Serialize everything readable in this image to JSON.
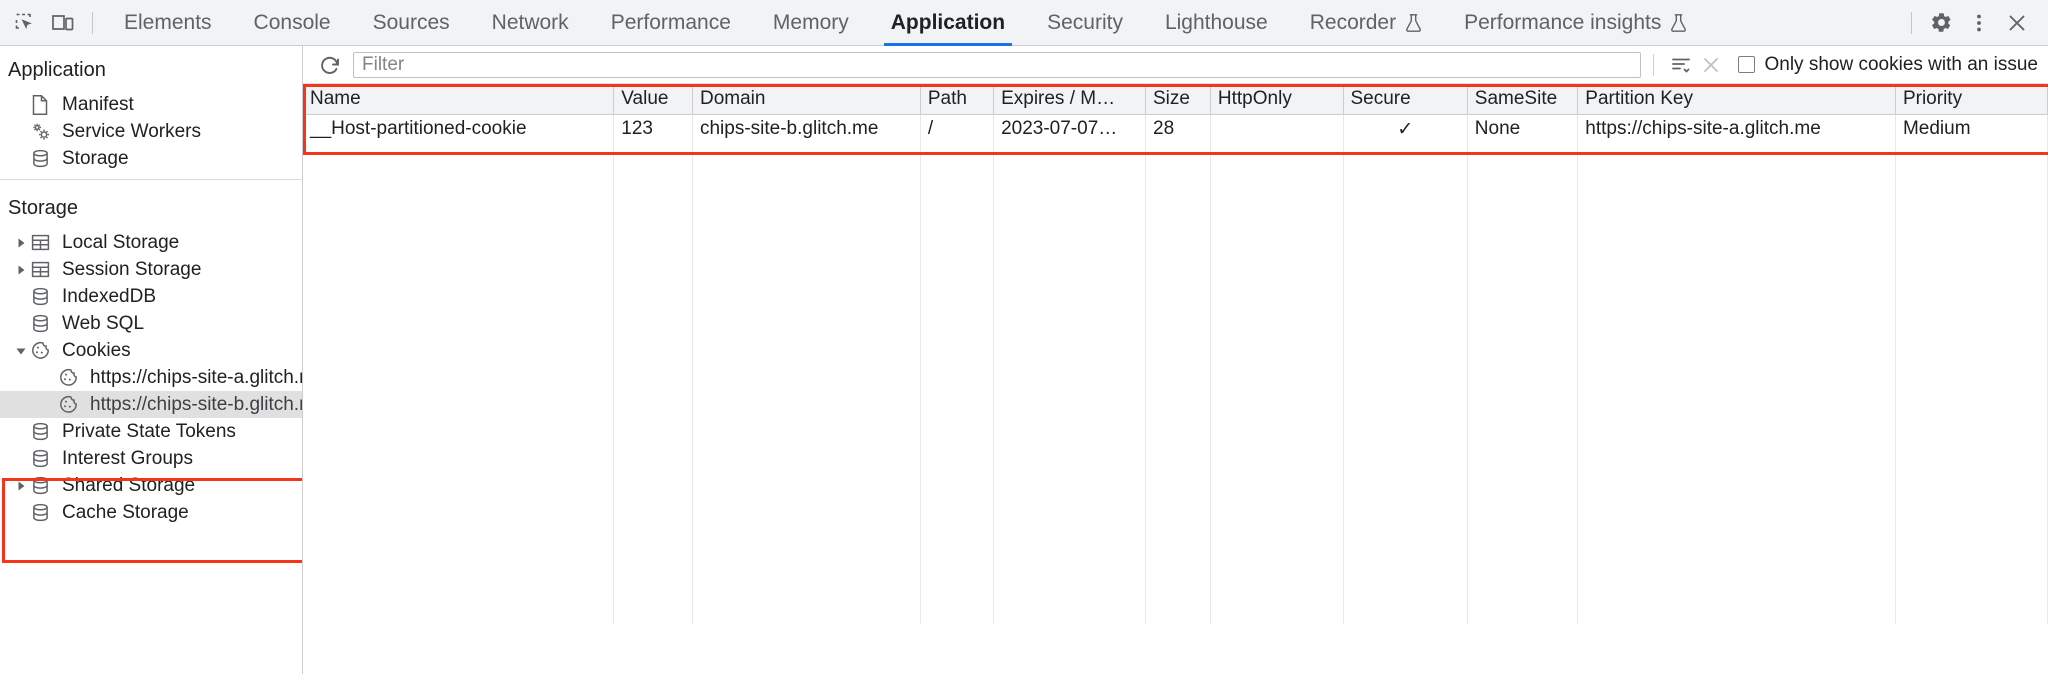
{
  "toolbar": {
    "inspect_icon": "inspect-cursor-icon",
    "device_toggle_icon": "device-toolbar-icon",
    "tabs": [
      {
        "label": "Elements",
        "experimental": false,
        "active": false
      },
      {
        "label": "Console",
        "experimental": false,
        "active": false
      },
      {
        "label": "Sources",
        "experimental": false,
        "active": false
      },
      {
        "label": "Network",
        "experimental": false,
        "active": false
      },
      {
        "label": "Performance",
        "experimental": false,
        "active": false
      },
      {
        "label": "Memory",
        "experimental": false,
        "active": false
      },
      {
        "label": "Application",
        "experimental": false,
        "active": true
      },
      {
        "label": "Security",
        "experimental": false,
        "active": false
      },
      {
        "label": "Lighthouse",
        "experimental": false,
        "active": false
      },
      {
        "label": "Recorder",
        "experimental": true,
        "active": false
      },
      {
        "label": "Performance insights",
        "experimental": true,
        "active": false
      }
    ],
    "settings_icon": "gear-icon",
    "more_icon": "kebab-menu-icon",
    "close_icon": "close-icon",
    "accent_color": "#1a73e8"
  },
  "sidebar": {
    "application": {
      "title": "Application",
      "items": [
        {
          "label": "Manifest",
          "icon": "document-icon"
        },
        {
          "label": "Service Workers",
          "icon": "gears-icon"
        },
        {
          "label": "Storage",
          "icon": "database-icon"
        }
      ]
    },
    "storage": {
      "title": "Storage",
      "items": [
        {
          "label": "Local Storage",
          "icon": "table-icon",
          "expandable": true,
          "expanded": false,
          "depth": 1,
          "selected": false
        },
        {
          "label": "Session Storage",
          "icon": "table-icon",
          "expandable": true,
          "expanded": false,
          "depth": 1,
          "selected": false
        },
        {
          "label": "IndexedDB",
          "icon": "database-icon",
          "expandable": false,
          "expanded": false,
          "depth": 1,
          "selected": false
        },
        {
          "label": "Web SQL",
          "icon": "database-icon",
          "expandable": false,
          "expanded": false,
          "depth": 1,
          "selected": false
        },
        {
          "label": "Cookies",
          "icon": "cookie-icon",
          "expandable": true,
          "expanded": true,
          "depth": 1,
          "selected": false
        },
        {
          "label": "https://chips-site-a.glitch.me",
          "icon": "cookie-icon",
          "expandable": false,
          "expanded": false,
          "depth": 2,
          "selected": false
        },
        {
          "label": "https://chips-site-b.glitch.me",
          "icon": "cookie-icon",
          "expandable": false,
          "expanded": false,
          "depth": 2,
          "selected": true
        },
        {
          "label": "Private State Tokens",
          "icon": "database-icon",
          "expandable": false,
          "expanded": false,
          "depth": 1,
          "selected": false
        },
        {
          "label": "Interest Groups",
          "icon": "database-icon",
          "expandable": false,
          "expanded": false,
          "depth": 1,
          "selected": false
        },
        {
          "label": "Shared Storage",
          "icon": "database-icon",
          "expandable": true,
          "expanded": false,
          "depth": 1,
          "selected": false
        },
        {
          "label": "Cache Storage",
          "icon": "database-icon",
          "expandable": false,
          "expanded": false,
          "depth": 1,
          "selected": false
        }
      ]
    },
    "highlight_color": "#f4351b"
  },
  "filterbar": {
    "refresh_icon": "refresh-icon",
    "filter_placeholder": "Filter",
    "filter_value": "",
    "filter_list_icon": "filter-list-icon",
    "clear_icon": "clear-x-icon",
    "checkbox_label": "Only show cookies with an issue",
    "checkbox_checked": false
  },
  "table": {
    "highlight_color": "#f4351b",
    "columns": [
      "Name",
      "Value",
      "Domain",
      "Path",
      "Expires / M…",
      "Size",
      "HttpOnly",
      "Secure",
      "SameSite",
      "Partition Key",
      "Priority"
    ],
    "rows": [
      {
        "name": "__Host-partitioned-cookie",
        "value": "123",
        "domain": "chips-site-b.glitch.me",
        "path": "/",
        "expires": "2023-07-07…",
        "size": "28",
        "httponly": "",
        "secure": "✓",
        "samesite": "None",
        "partition_key": "https://chips-site-a.glitch.me",
        "priority": "Medium"
      }
    ]
  }
}
